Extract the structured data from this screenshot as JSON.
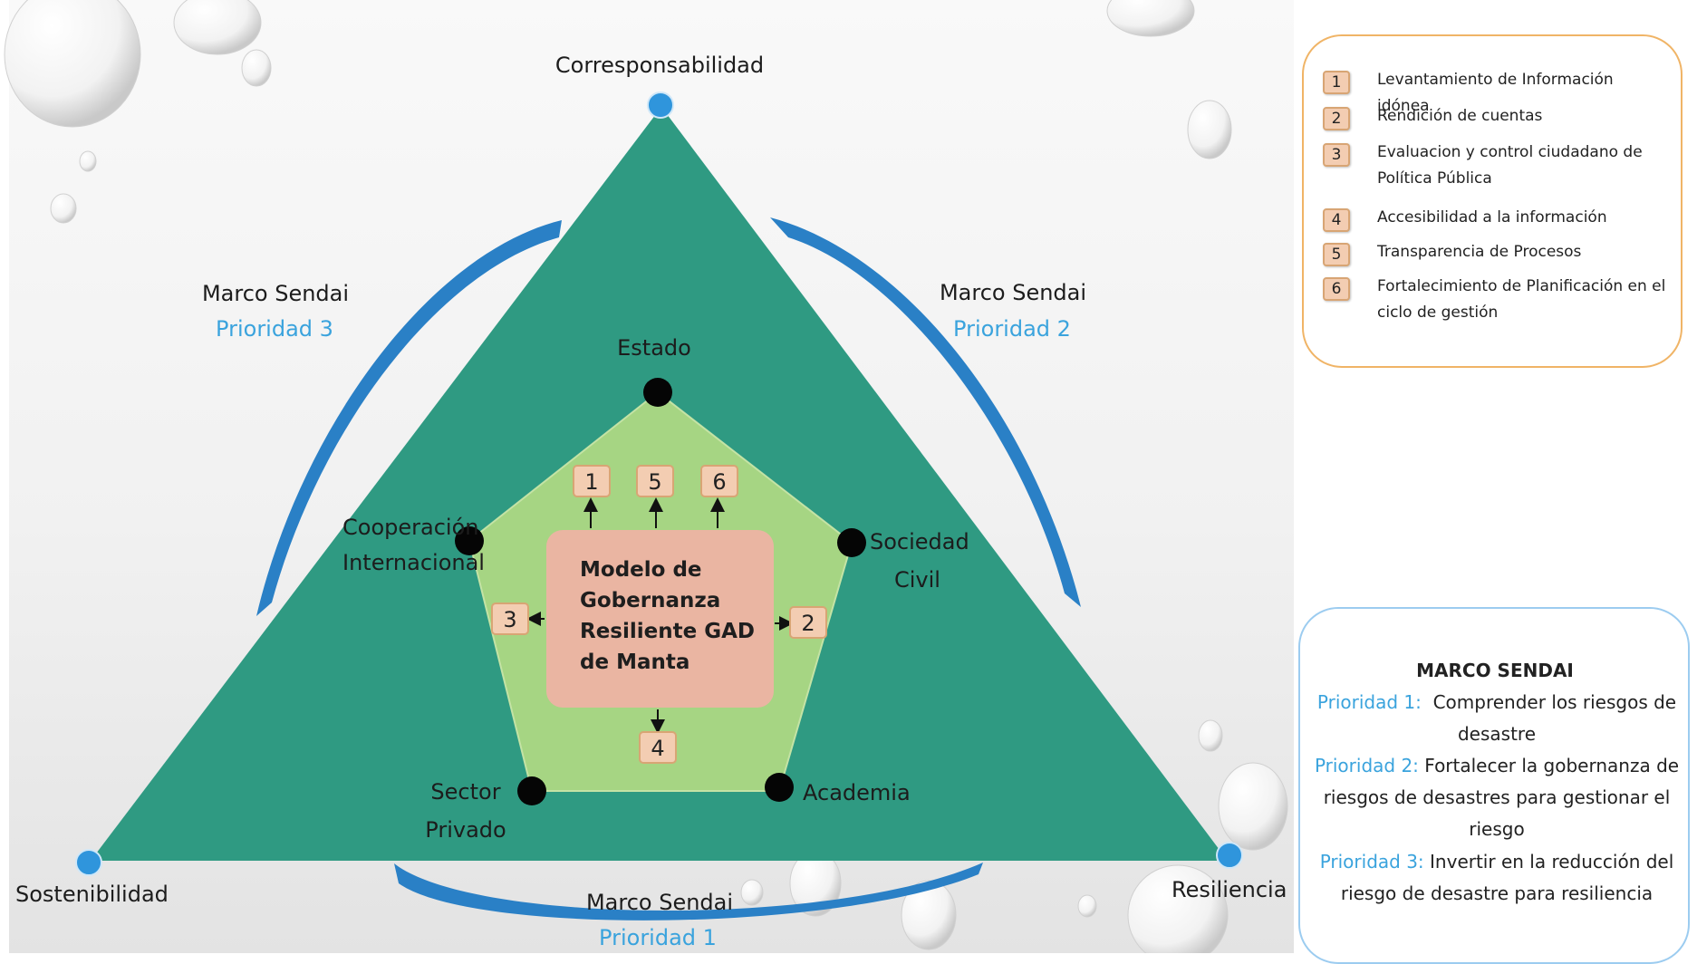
{
  "diagram": {
    "vertices": {
      "top": "Corresponsabilidad",
      "bottom_left": "Sostenibilidad",
      "bottom_right": "Resiliencia"
    },
    "arcs": [
      {
        "title": "Marco Sendai",
        "priority": "Prioridad 3"
      },
      {
        "title": "Marco Sendai",
        "priority": "Prioridad 2"
      },
      {
        "title": "Marco Sendai",
        "priority": "Prioridad 1"
      }
    ],
    "actors": {
      "estado": "Estado",
      "cooperacion_line1": "Cooperación",
      "cooperacion_line2": "Internacional",
      "sociedad_line1": "Sociedad",
      "sociedad_line2": "Civil",
      "sector_line1": "Sector",
      "sector_line2": "Privado",
      "academia": "Academia"
    },
    "center": {
      "line1": "Modelo de",
      "line2": "Gobernanza",
      "line3": "Resiliente GAD",
      "line4": "de Manta"
    },
    "numbers": [
      "1",
      "5",
      "6",
      "3",
      "2",
      "4"
    ]
  },
  "legend": {
    "items": [
      {
        "num": "1",
        "text": "Levantamiento de Información idónea"
      },
      {
        "num": "2",
        "text": "Rendición de cuentas"
      },
      {
        "num": "3",
        "text": "Evaluacion y control ciudadano de Política Pública"
      },
      {
        "num": "4",
        "text": "Accesibilidad a la información"
      },
      {
        "num": "5",
        "text": "Transparencia de Procesos"
      },
      {
        "num": "6",
        "text": "Fortalecimiento de Planificación en el ciclo de gestión"
      }
    ]
  },
  "sendai_box": {
    "title": "MARCO SENDAI",
    "p1_label": "Prioridad 1:",
    "p1_text": "Comprender los riesgos de desastre",
    "p2_label": "Prioridad 2:",
    "p2_text": "Fortalecer la gobernanza de riesgos de desastres para gestionar el riesgo",
    "p3_label": "Prioridad 3:",
    "p3_text": "Invertir en la reducción del riesgo de desastre para resiliencia"
  },
  "colors": {
    "triangle": "#2f9a82",
    "pentagon": "#a6d583",
    "center_box": "#eab5a2",
    "arc_blue": "#2a80c6",
    "node_blue": "#2f95dc",
    "accent_blue": "#3aa3dd",
    "number_box": "#f3cdb2",
    "legend_border": "#f0b466",
    "sendai_border": "#9cccf0"
  }
}
